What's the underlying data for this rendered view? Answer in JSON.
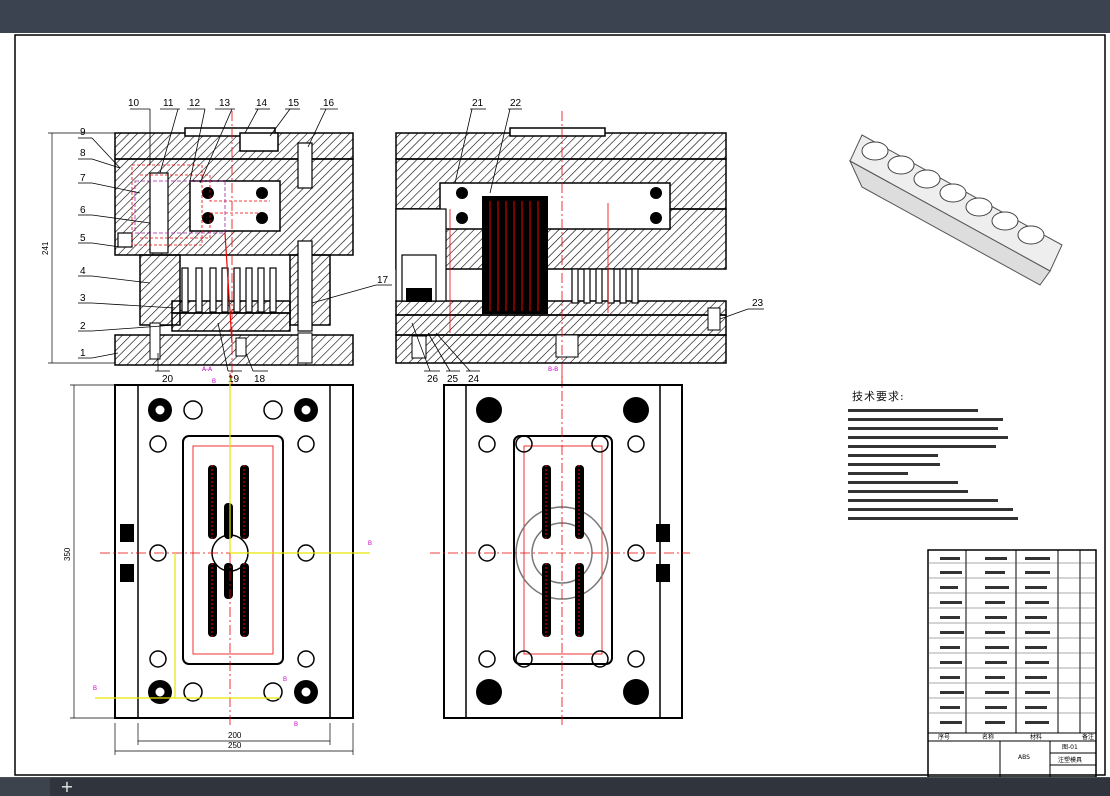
{
  "window": {
    "title": ""
  },
  "drawing": {
    "part_numbers": [
      "1",
      "2",
      "3",
      "4",
      "5",
      "6",
      "7",
      "8",
      "9",
      "10",
      "11",
      "12",
      "13",
      "14",
      "15",
      "16",
      "17",
      "18",
      "19",
      "20",
      "21",
      "22",
      "23",
      "24",
      "25",
      "26"
    ],
    "dims": {
      "height_left": "241",
      "height_plan": "350",
      "width_inner": "200",
      "width_outer": "250"
    },
    "section_labels": {
      "aa": "A-A",
      "bb": "B-B"
    },
    "plan_marks": [
      "B",
      "B",
      "B",
      "B",
      "B"
    ],
    "tech_title": "技术要求:",
    "title_block": {
      "material": "ABS",
      "name": "注塑模具",
      "drawing_no": "图-01",
      "col_a": "序号",
      "col_b": "名称",
      "col_c": "材料",
      "col_d": "备注"
    }
  },
  "statusbar": {
    "add_tab_label": "+"
  },
  "colors": {
    "line": "#000000",
    "center": "#ff0000",
    "hatch": "#000000",
    "yellow": "#e6e600",
    "magenta": "#cc00cc"
  }
}
